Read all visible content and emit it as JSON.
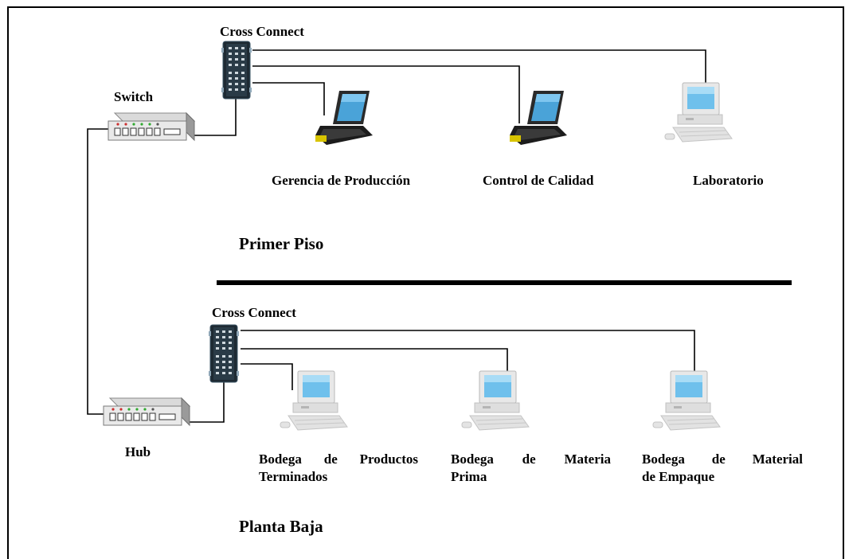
{
  "floors": {
    "first": "Primer Piso",
    "ground": "Planta Baja"
  },
  "devices": {
    "switch": "Switch",
    "hub": "Hub",
    "cross_connect_top": "Cross Connect",
    "cross_connect_bottom": "Cross Connect"
  },
  "workstations_top": [
    "Gerencia de Producción",
    "Control de Calidad",
    "Laboratorio"
  ],
  "workstations_bottom": [
    {
      "line1": [
        "Bodega",
        "de",
        "Productos"
      ],
      "line2": "Terminados"
    },
    {
      "line1": [
        "Bodega",
        "de",
        "Materia"
      ],
      "line2": "Prima"
    },
    {
      "line1": [
        "Bodega",
        "de",
        "Material"
      ],
      "line2": "de Empaque"
    }
  ]
}
